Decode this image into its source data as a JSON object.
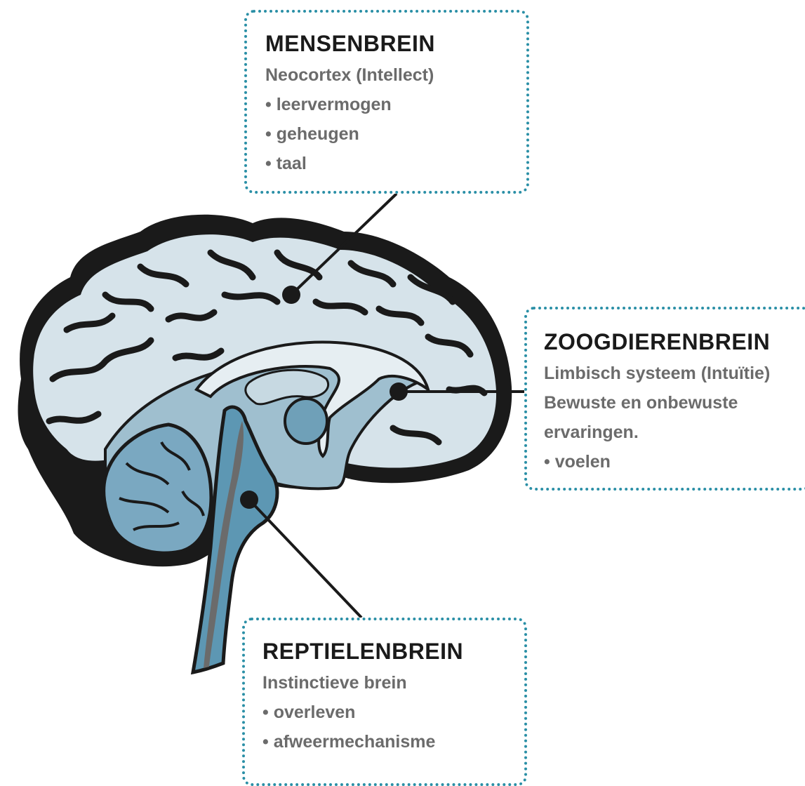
{
  "colors": {
    "outline": "#1a1a1a",
    "neocortex_fill": "#d6e3ea",
    "limbic_fill": "#9fbfcf",
    "limbic_dark": "#6fa0b8",
    "brainstem_fill": "#5d97b3",
    "cerebellum_fill": "#7aa8c1",
    "box_border": "#2a8fa6",
    "title_text": "#1a1a1a",
    "body_text": "#6b6b6b"
  },
  "labels": {
    "mensenbrein": {
      "title": "MENSENBREIN",
      "subtitle": "Neocortex (Intellect)",
      "bullets": [
        "leervermogen",
        "geheugen",
        "taal"
      ]
    },
    "zoogdierenbrein": {
      "title": "ZOOGDIERENBREIN",
      "lines": [
        "Limbisch systeem (Intuïtie)",
        "Bewuste en onbewuste",
        "ervaringen."
      ],
      "bullets": [
        "voelen"
      ]
    },
    "reptielenbrein": {
      "title": "REPTIELENBREIN",
      "subtitle": "Instinctieve brein",
      "bullets": [
        "overleven",
        "afweermechanisme"
      ]
    }
  }
}
